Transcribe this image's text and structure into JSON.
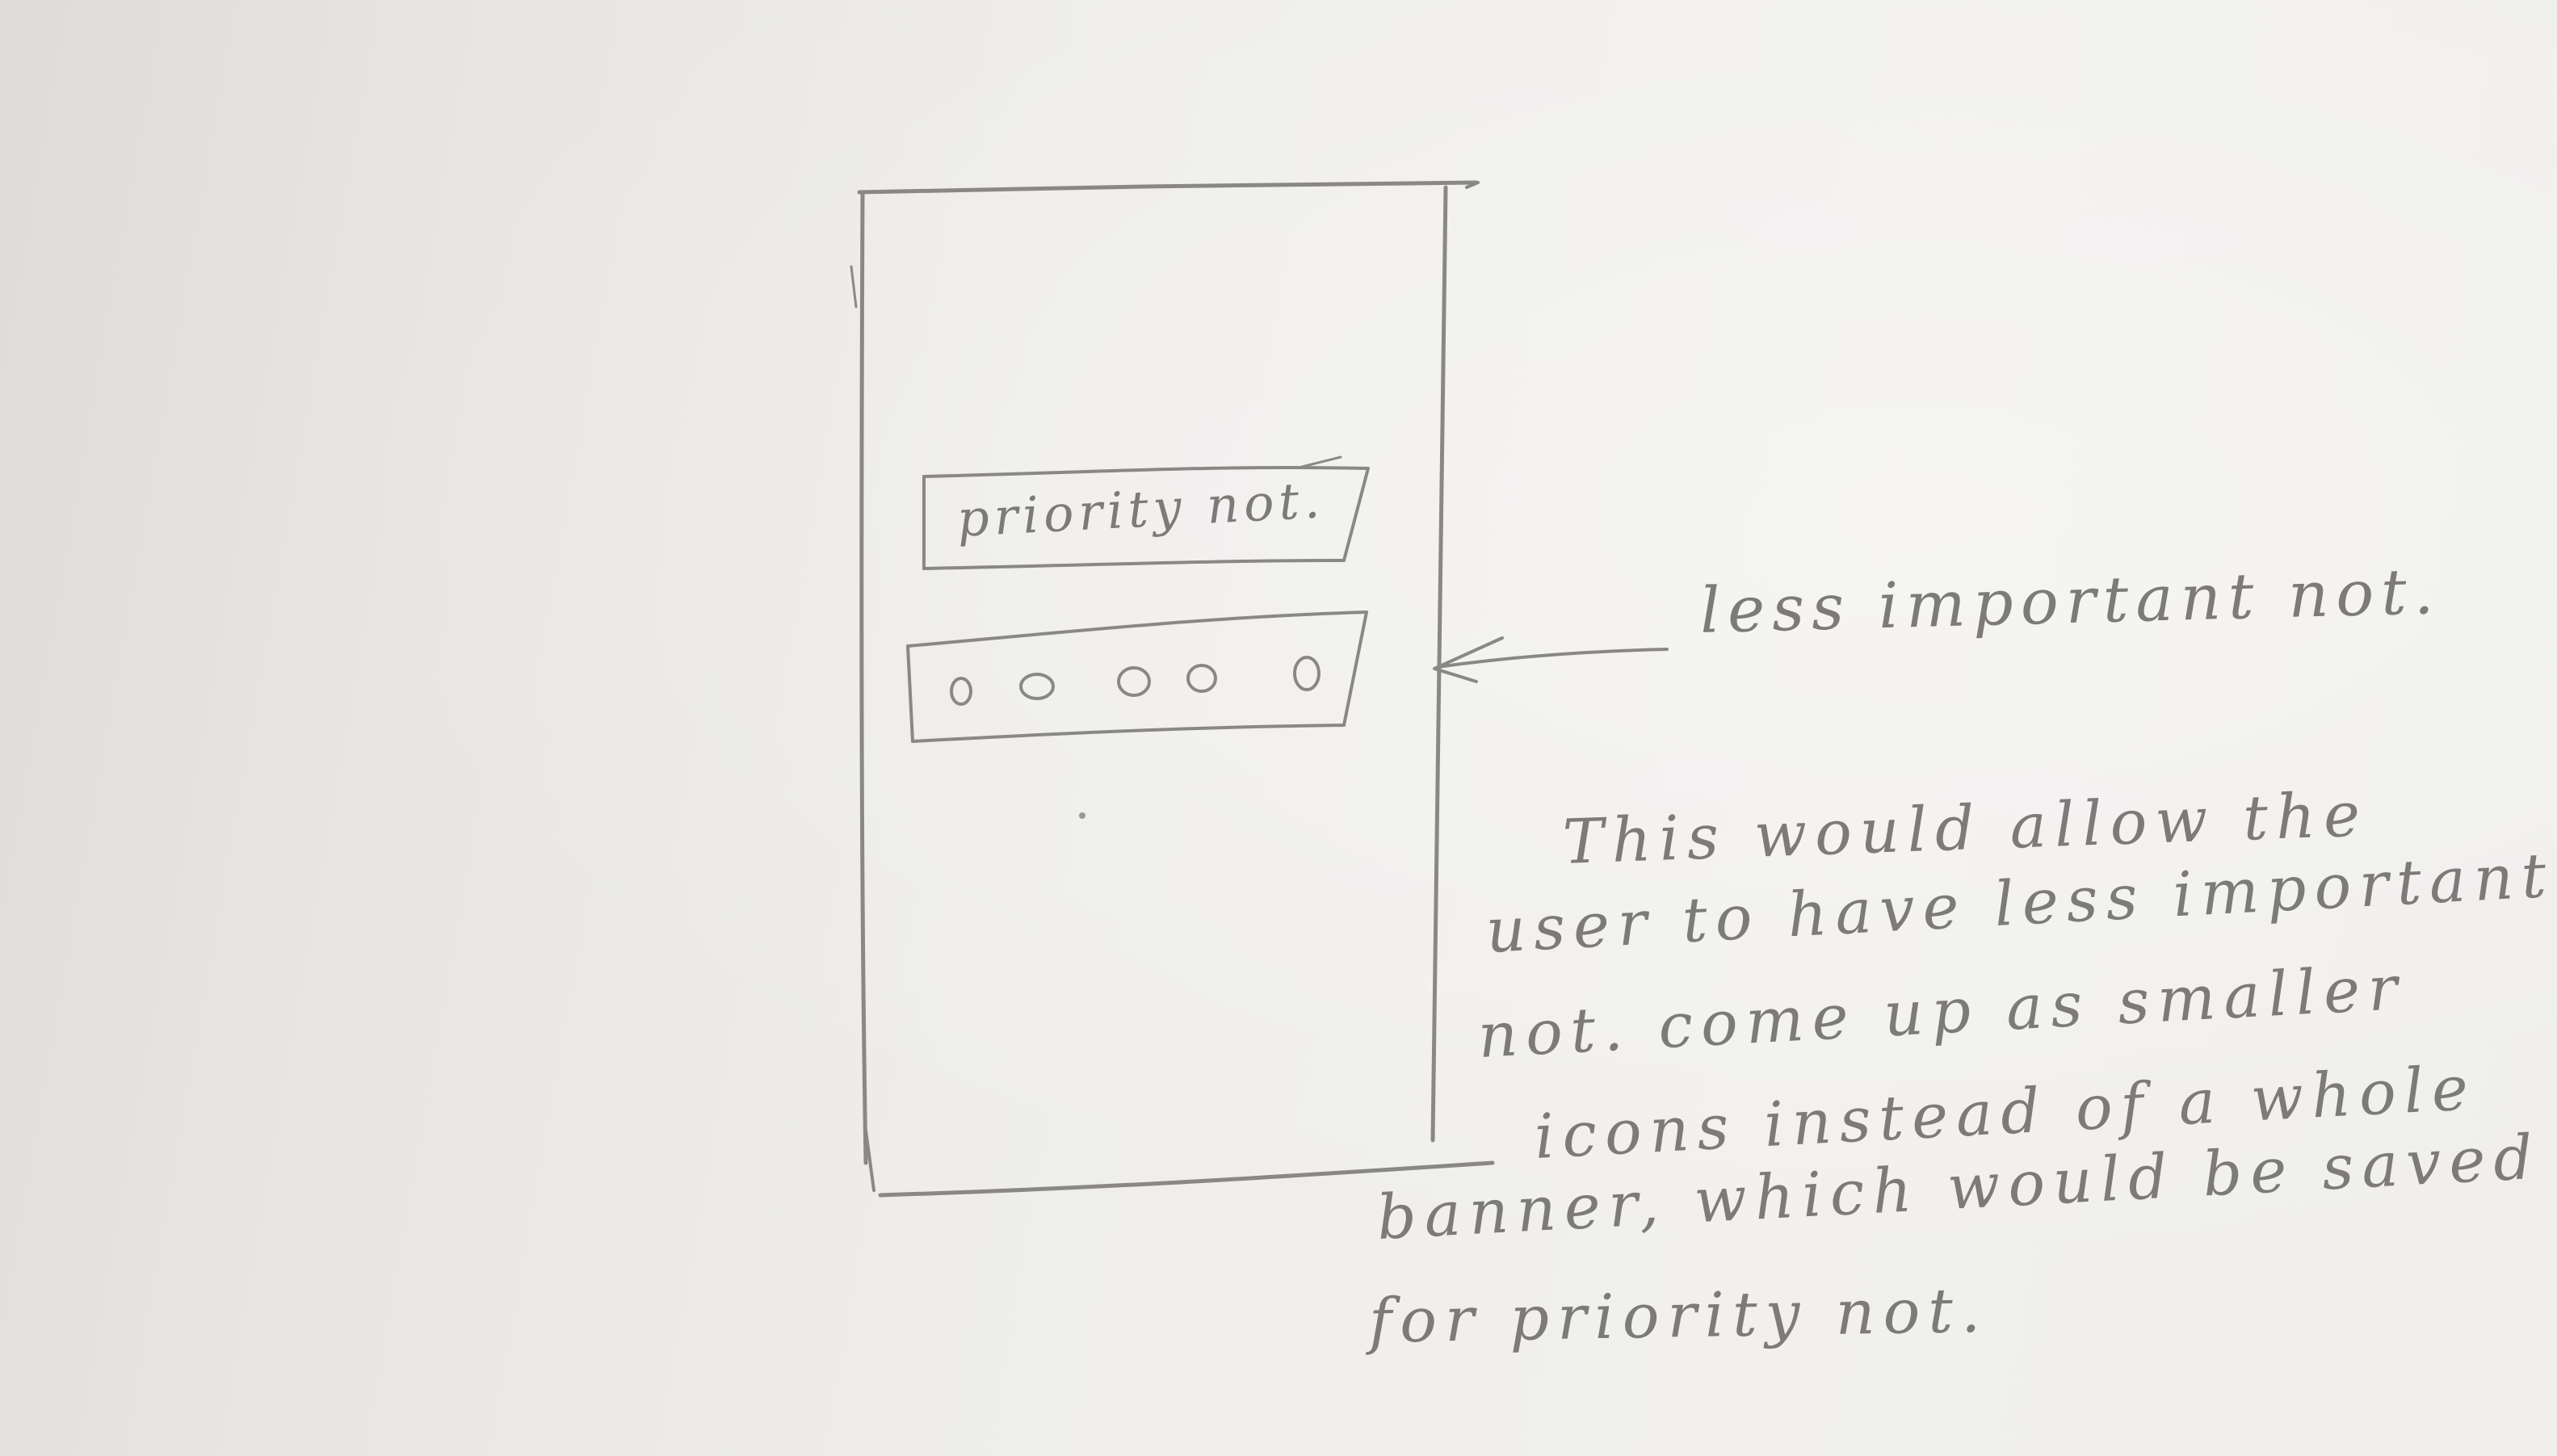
{
  "sketch": {
    "banner_label": "priority not.",
    "dot_icons": [
      "dot-1",
      "dot-2",
      "dot-3",
      "dot-4",
      "dot-5"
    ],
    "arrow_label": "less important not.",
    "note_lines": [
      "This would allow the",
      "user to have less important",
      "not. come up as smaller",
      "icons instead of a whole",
      "banner, which would be saved",
      "for priority not."
    ],
    "ink_color": "#8a8886",
    "paper_color": "#efeeec"
  }
}
